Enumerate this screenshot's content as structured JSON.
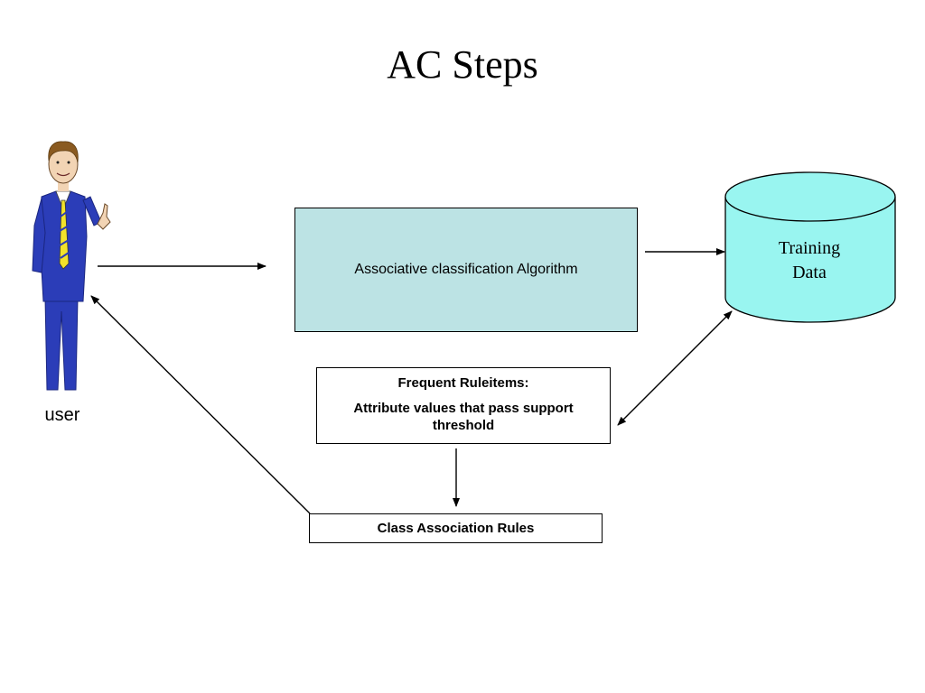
{
  "title": "AC Steps",
  "user": {
    "label": "user"
  },
  "algorithm_box": {
    "label": "Associative classification Algorithm"
  },
  "training_data": {
    "line1": "Training",
    "line2": "Data"
  },
  "frequent_box": {
    "heading": "Frequent Ruleitems:",
    "description": "Attribute values that pass support threshold"
  },
  "class_rules_box": {
    "label": "Class Association Rules"
  },
  "colors": {
    "algorithm_fill": "#bce3e4",
    "cylinder_fill": "#99f5f0",
    "suit_blue": "#2b3db8",
    "tie_yellow": "#f2e22a"
  }
}
